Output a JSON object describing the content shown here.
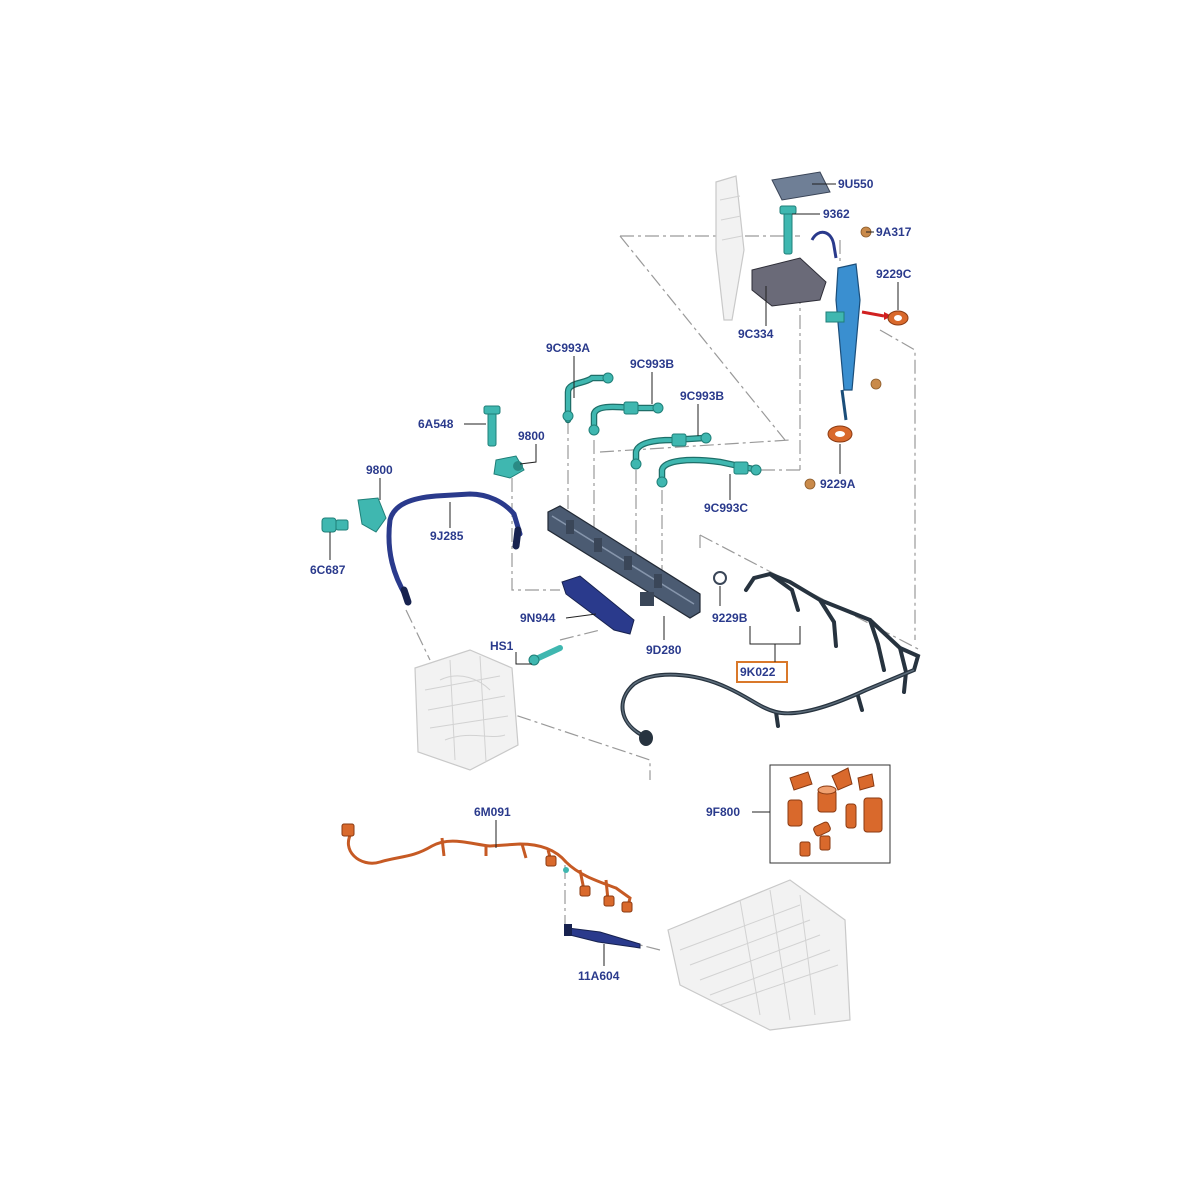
{
  "labels": {
    "9U550": "9U550",
    "9362": "9362",
    "9A317": "9A317",
    "9229C": "9229C",
    "9C334": "9C334",
    "9C993A": "9C993A",
    "9C993B_1": "9C993B",
    "9C993B_2": "9C993B",
    "9C993C": "9C993C",
    "6A548": "6A548",
    "9800_1": "9800",
    "9800_2": "9800",
    "9J285": "9J285",
    "6C687": "6C687",
    "9229A": "9229A",
    "9229B": "9229B",
    "9K022": "9K022",
    "9N944": "9N944",
    "HS1": "HS1",
    "9D280": "9D280",
    "9F800": "9F800",
    "6M091": "6M091",
    "11A604": "11A604"
  },
  "colors": {
    "label": "#2a3a8c",
    "teal_part": "#3fb7b0",
    "navy_part": "#2a3a8c",
    "harness": "#27333f",
    "orange_part": "#d9692c",
    "highlight_box": "#d9782a"
  }
}
